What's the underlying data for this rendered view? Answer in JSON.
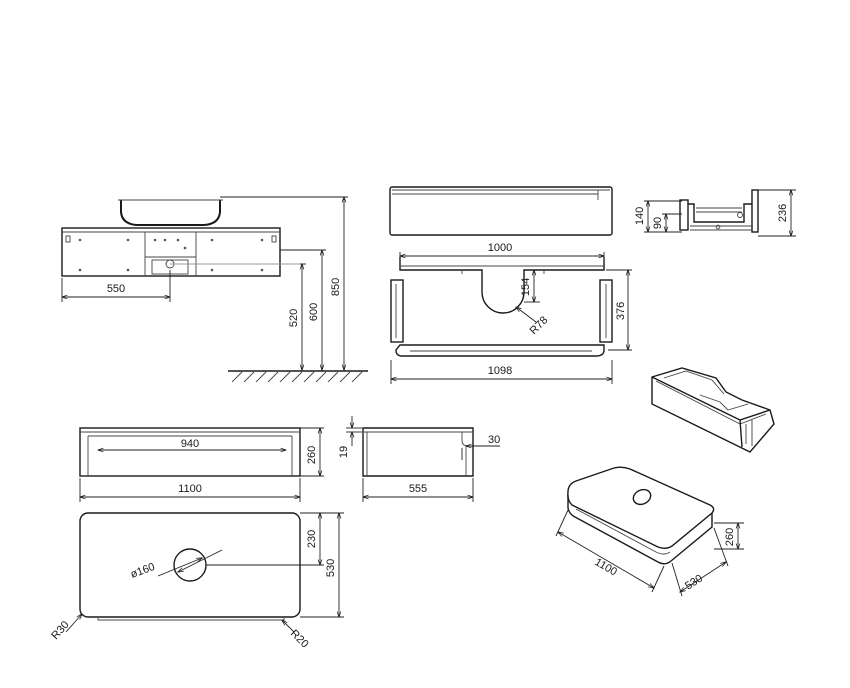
{
  "dimensions": {
    "front_width": "550",
    "height_520": "520",
    "height_600": "600",
    "height_850": "850",
    "basin_width": "1000",
    "basin_depth_154": "154",
    "basin_depth_376": "376",
    "basin_radius": "R78",
    "basin_outer_width": "1098",
    "drawer_h_140": "140",
    "drawer_h_90": "90",
    "drawer_h_236": "236",
    "top_inner_width": "940",
    "top_height": "260",
    "top_width": "1100",
    "side_thickness": "19",
    "side_offset": "30",
    "side_depth": "555",
    "plan_offset": "230",
    "plan_depth": "530",
    "hole_diameter": "ø160",
    "corner_r30": "R30",
    "corner_r20": "R20",
    "iso_width": "1100",
    "iso_depth": "530",
    "iso_height": "260"
  },
  "colors": {
    "line": "#1a1a1a",
    "background": "#ffffff"
  }
}
